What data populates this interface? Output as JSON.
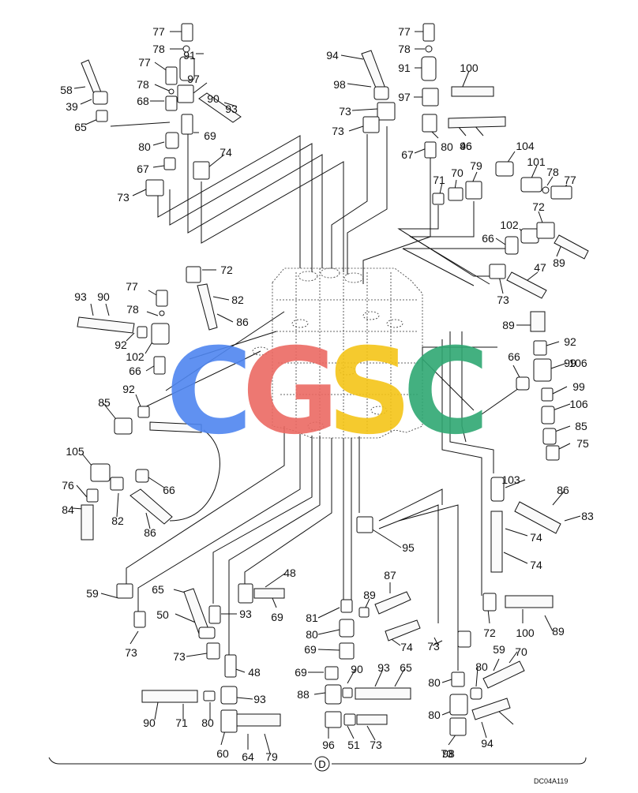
{
  "watermark": {
    "letters": [
      "C",
      "G",
      "S",
      "C"
    ],
    "colors": [
      "#4f86f0",
      "#ec6a63",
      "#f5c518",
      "#2fa873"
    ]
  },
  "diagram": {
    "section_marker": "D",
    "doc_id": "DC04A119",
    "callouts": [
      "77",
      "78",
      "91",
      "58",
      "77",
      "39",
      "78",
      "97",
      "68",
      "90",
      "65",
      "93",
      "69",
      "80",
      "74",
      "67",
      "73",
      "94",
      "98",
      "73",
      "73",
      "77",
      "78",
      "91",
      "100",
      "97",
      "46",
      "96",
      "80",
      "67",
      "104",
      "79",
      "71",
      "70",
      "101",
      "78",
      "77",
      "72",
      "66",
      "102",
      "89",
      "47",
      "73",
      "72",
      "77",
      "82",
      "93",
      "90",
      "78",
      "86",
      "92",
      "102",
      "66",
      "89",
      "92",
      "99",
      "66",
      "106",
      "92",
      "99",
      "85",
      "106",
      "105",
      "85",
      "66",
      "75",
      "103",
      "76",
      "82",
      "86",
      "84",
      "86",
      "83",
      "74",
      "95",
      "74",
      "48",
      "87",
      "59",
      "65",
      "89",
      "69",
      "50",
      "81",
      "72",
      "100",
      "93",
      "80",
      "89",
      "73",
      "73",
      "74",
      "73",
      "69",
      "48",
      "59",
      "70",
      "69",
      "90",
      "93",
      "65",
      "80",
      "88",
      "80",
      "93",
      "90",
      "71",
      "80",
      "80",
      "73",
      "60",
      "64",
      "79",
      "96",
      "51",
      "73",
      "98",
      "94"
    ]
  }
}
